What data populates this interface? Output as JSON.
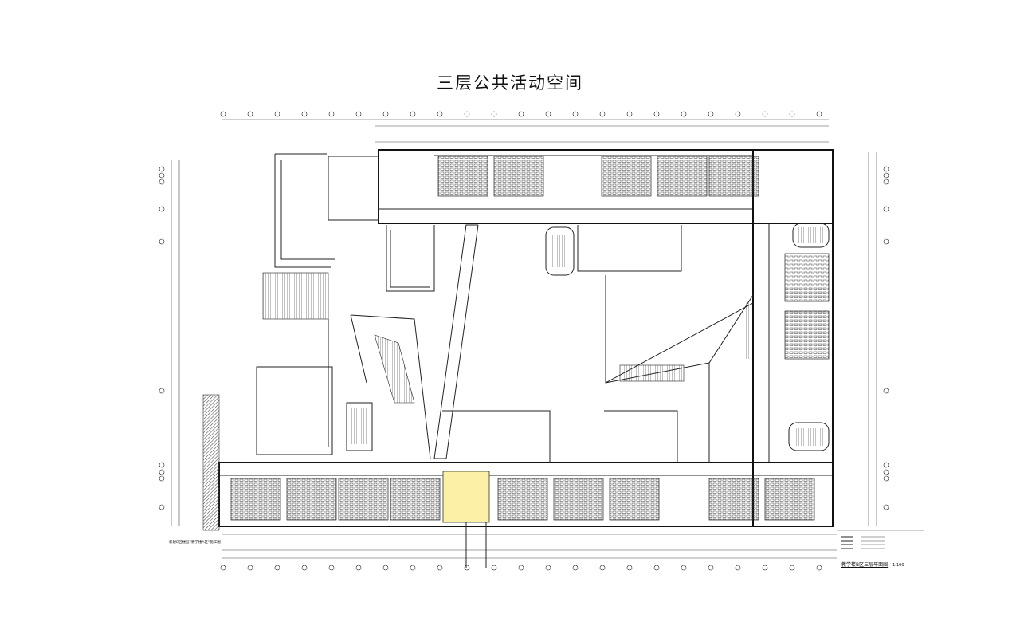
{
  "title": "三层公共活动空间",
  "drawing": {
    "name": "教学楼B区三层平面图",
    "scale": "1:100",
    "left_note": "新建B区楼层“教学楼A区”施工图",
    "highlight_color": "#fbf0a6",
    "line_color": "#222222"
  }
}
